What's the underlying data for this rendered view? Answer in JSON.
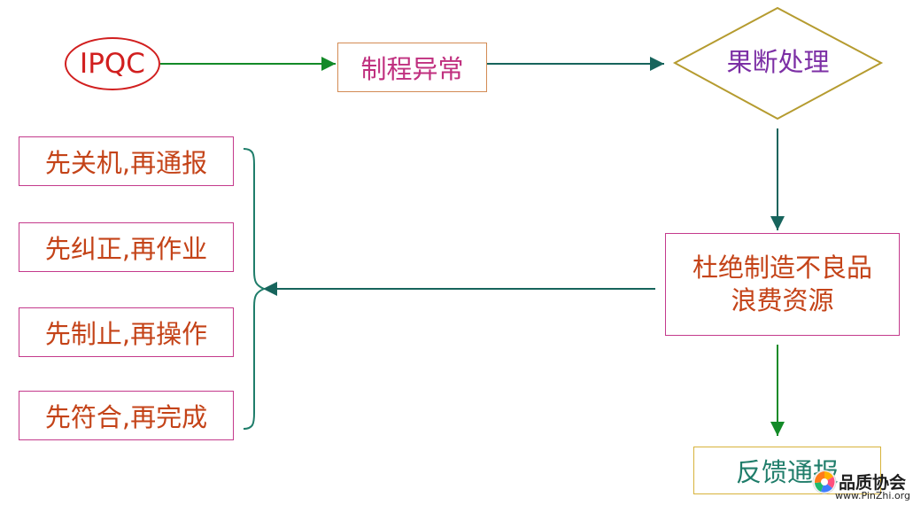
{
  "diagram": {
    "start_node": {
      "label": "IPQC"
    },
    "process_node": {
      "label": "制程异常"
    },
    "decision_node": {
      "label": "果断处理"
    },
    "action_node": {
      "line1": "杜绝制造不良品",
      "line2": "浪费资源"
    },
    "report_node": {
      "label": "反馈通报"
    },
    "rules": [
      {
        "label": "先关机,再通报"
      },
      {
        "label": "先纠正,再作业"
      },
      {
        "label": "先制止,再操作"
      },
      {
        "label": "先符合,再完成"
      }
    ],
    "watermark": {
      "title": "品质协会",
      "url": "www.PinZhi.org"
    },
    "colors": {
      "start_border": "#d11f1f",
      "process_border": "#d38b54",
      "decision_border": "#b59b2f",
      "action_border": "#c43a8c",
      "report_border": "#d7b33b",
      "green_arrow": "#138a28",
      "teal_arrow": "#17645c",
      "text_red": "#c44318",
      "text_magenta": "#c0307f",
      "text_purple": "#7c2fa5",
      "text_teal": "#1f7d6a"
    }
  }
}
